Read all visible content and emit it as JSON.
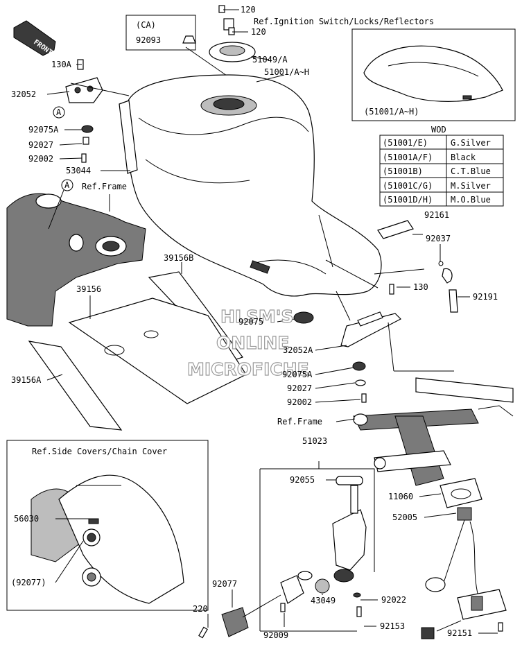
{
  "watermark": [
    "HLSM'S",
    "ONLINE",
    "MICROFICHE"
  ],
  "front_label": "FRONT",
  "ca_box": {
    "title": "(CA)",
    "part": "92093"
  },
  "tank_inset_label": "(51001/A~H)",
  "wod_table": {
    "title": "WOD",
    "rows": [
      {
        "code": "(51001/E)",
        "color": "G.Silver"
      },
      {
        "code": "(51001A/F)",
        "color": "Black"
      },
      {
        "code": "(51001B)",
        "color": "C.T.Blue"
      },
      {
        "code": "(51001C/G)",
        "color": "M.Silver"
      },
      {
        "code": "(51001D/H)",
        "color": "M.O.Blue"
      }
    ]
  },
  "side_cover_box": {
    "title": "Ref.Side Covers/Chain Cover"
  },
  "callouts": [
    {
      "id": "120-top",
      "text": "120"
    },
    {
      "id": "ref-ignition",
      "text": "Ref.Ignition Switch/Locks/Reflectors"
    },
    {
      "id": "120-mid",
      "text": "120"
    },
    {
      "id": "51049a",
      "text": "51049/A"
    },
    {
      "id": "51001",
      "text": "51001/A~H"
    },
    {
      "id": "130a",
      "text": "130A"
    },
    {
      "id": "32052",
      "text": "32052"
    },
    {
      "id": "marker-a1",
      "text": "A"
    },
    {
      "id": "92075a-left",
      "text": "92075A"
    },
    {
      "id": "92027-left",
      "text": "92027"
    },
    {
      "id": "92002-left",
      "text": "92002"
    },
    {
      "id": "53044",
      "text": "53044"
    },
    {
      "id": "marker-a2",
      "text": "A"
    },
    {
      "id": "ref-frame-top",
      "text": "Ref.Frame"
    },
    {
      "id": "92161",
      "text": "92161"
    },
    {
      "id": "92037",
      "text": "92037"
    },
    {
      "id": "39156b",
      "text": "39156B"
    },
    {
      "id": "130",
      "text": "130"
    },
    {
      "id": "92191",
      "text": "92191"
    },
    {
      "id": "39156",
      "text": "39156"
    },
    {
      "id": "92075",
      "text": "92075"
    },
    {
      "id": "32052a",
      "text": "32052A"
    },
    {
      "id": "92075a-right",
      "text": "92075A"
    },
    {
      "id": "39156a",
      "text": "39156A"
    },
    {
      "id": "92027-right",
      "text": "92027"
    },
    {
      "id": "92002-right",
      "text": "92002"
    },
    {
      "id": "ref-frame-bottom",
      "text": "Ref.Frame"
    },
    {
      "id": "51023",
      "text": "51023"
    },
    {
      "id": "92055",
      "text": "92055"
    },
    {
      "id": "11060",
      "text": "11060"
    },
    {
      "id": "56030",
      "text": "56030"
    },
    {
      "id": "52005",
      "text": "52005"
    },
    {
      "id": "92077-paren",
      "text": "(92077)"
    },
    {
      "id": "92077",
      "text": "92077"
    },
    {
      "id": "43049",
      "text": "43049"
    },
    {
      "id": "92022",
      "text": "92022"
    },
    {
      "id": "220",
      "text": "220"
    },
    {
      "id": "92153",
      "text": "92153"
    },
    {
      "id": "92009",
      "text": "92009"
    },
    {
      "id": "92151",
      "text": "92151"
    }
  ]
}
